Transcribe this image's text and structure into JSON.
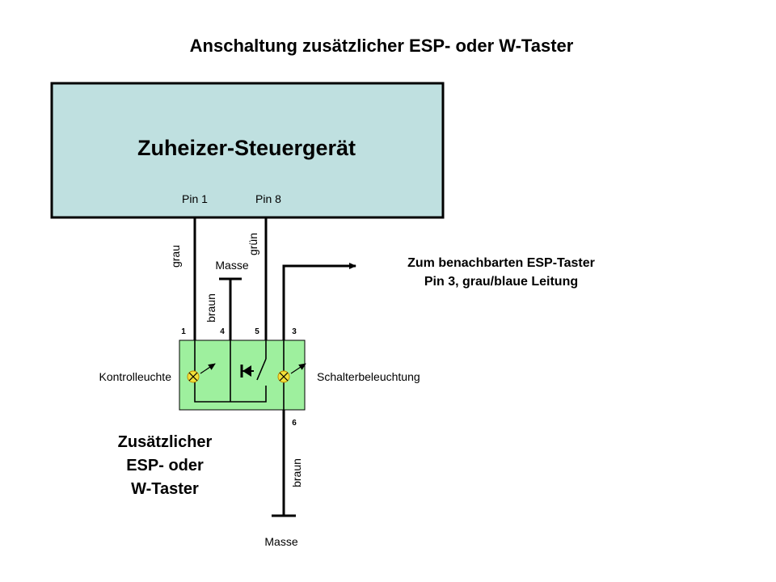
{
  "title": "Anschaltung zusätzlicher ESP- oder W-Taster",
  "control_unit": {
    "label": "Zuheizer-Steuergerät",
    "pin1": "Pin 1",
    "pin8": "Pin 8",
    "fill_color": "#bfe0e0"
  },
  "wires": {
    "grau": "grau",
    "gruen": "grün",
    "braun_top": "braun",
    "braun_bottom": "braun"
  },
  "ground_top": "Masse",
  "ground_bottom": "Masse",
  "switch": {
    "fill_color": "#9ef09e",
    "pins": [
      "1",
      "4",
      "5",
      "3"
    ],
    "pin_bottom": "6",
    "lamp_left_label": "Kontrolleuchte",
    "lamp_right_label": "Schalterbeleuchtung",
    "lamp_color": "#f2e23a",
    "name_lines": [
      "Zusätzlicher",
      "ESP- oder",
      "W-Taster"
    ]
  },
  "neighbor_note": {
    "line1": "Zum benachbarten  ESP-Taster",
    "line2": "Pin 3, grau/blaue Leitung"
  }
}
